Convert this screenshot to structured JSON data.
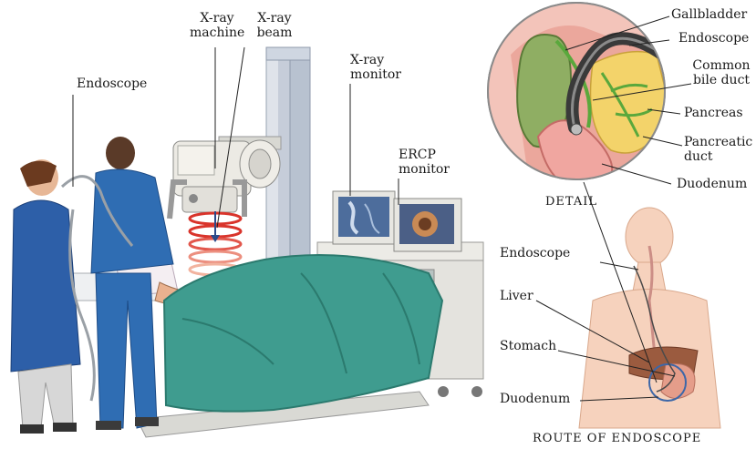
{
  "labels": {
    "xray_machine": [
      "X-ray",
      "machine"
    ],
    "xray_beam": [
      "X-ray",
      "beam"
    ],
    "xray_monitor": [
      "X-ray",
      "monitor"
    ],
    "ercp_monitor": [
      "ERCP",
      "monitor"
    ],
    "endoscope_left": "Endoscope",
    "gallbladder": "Gallbladder",
    "endoscope_detail": "Endoscope",
    "common_bile_duct": [
      "Common",
      "bile duct"
    ],
    "pancreas": "Pancreas",
    "pancreatic_duct": [
      "Pancreatic",
      "duct"
    ],
    "duodenum_detail": "Duodenum",
    "endoscope_route": "Endoscope",
    "liver": "Liver",
    "stomach": "Stomach",
    "duodenum_route": "Duodenum"
  },
  "captions": {
    "detail": "DETAIL",
    "route": "ROUTE OF ENDOSCOPE"
  },
  "colors": {
    "drape": "#3f9c8f",
    "drape_dark": "#2b7a6e",
    "gown": "#2d5fa8",
    "scrubs": "#2f6db3",
    "skin_detail": "#f1b9b0",
    "gallbladder": "#8fae63",
    "pancreas": "#f3d36a",
    "duct": "#5aa83c",
    "endoscope": "#3a3a3a",
    "beam": "#d9342b",
    "machine": "#e8e6e1",
    "body": "#f6d2bd",
    "liver": "#9b5b3f"
  }
}
